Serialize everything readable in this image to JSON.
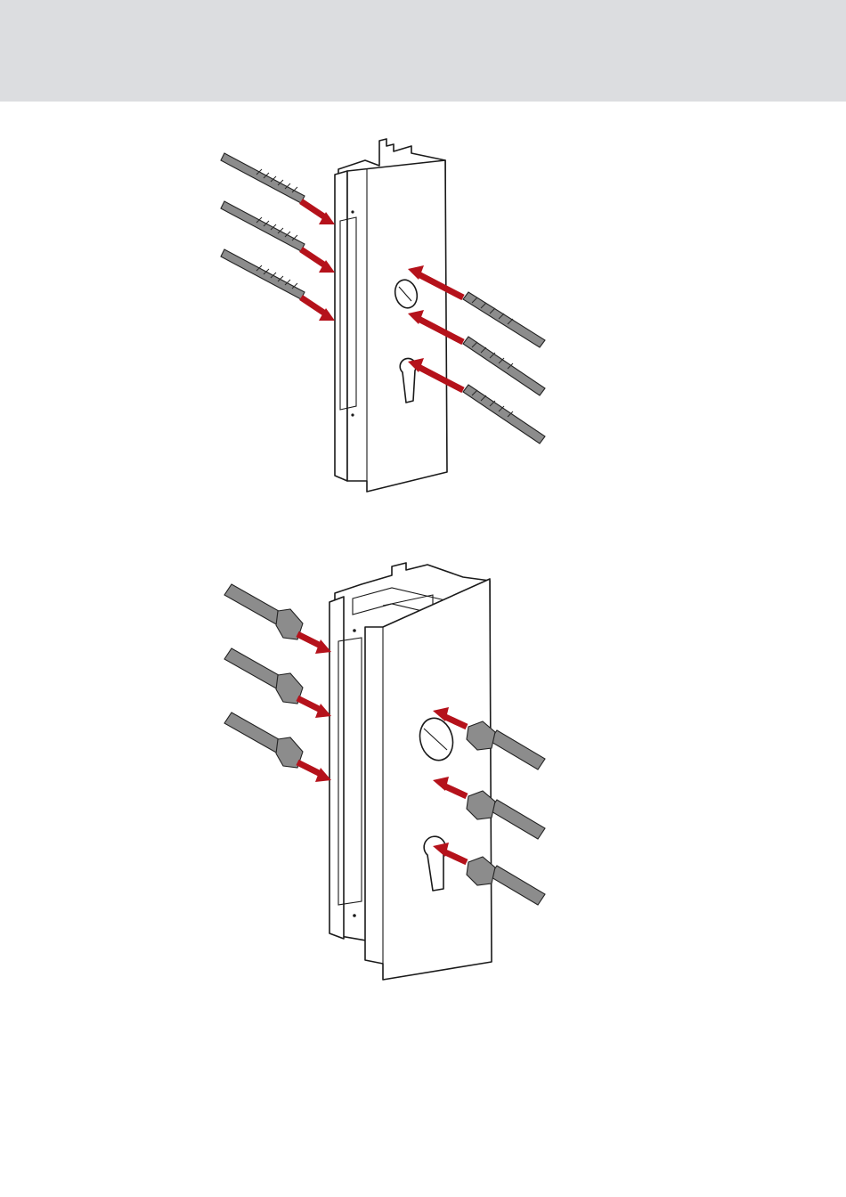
{
  "page": {
    "header_color": "#dcdde0",
    "background_color": "#ffffff"
  },
  "figures": [
    {
      "name": "drilling-step",
      "tool": "twist-drill-bit",
      "profile": "aluminium-door-profile",
      "holes": [
        "lock-case-slot-upper",
        "lock-case-slot-middle",
        "lock-case-slot-lower",
        "handle-spindle-hole",
        "spindle-hole-small",
        "cylinder-keyhole"
      ]
    },
    {
      "name": "countersinking-step",
      "tool": "countersink-bit",
      "profile": "aluminium-door-profile",
      "holes": [
        "lock-case-slot-upper",
        "lock-case-slot-middle",
        "lock-case-slot-lower",
        "handle-spindle-hole",
        "spindle-hole-small",
        "cylinder-keyhole"
      ]
    }
  ],
  "colors": {
    "arrow": "#b5121b",
    "tool": "#8c8c8c",
    "outline": "#1a1a1a"
  }
}
